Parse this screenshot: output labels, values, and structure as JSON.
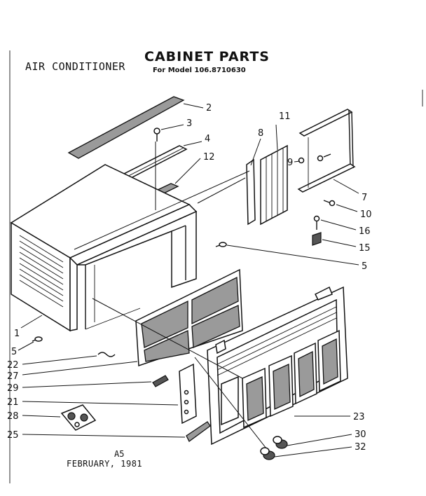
{
  "header": {
    "app_title": "AIR CONDITIONER",
    "doc_title": "CABINET PARTS",
    "doc_subtitle": "For Model 106.8710630"
  },
  "footer": {
    "page_code": "A5",
    "date": "FEBRUARY, 1981"
  },
  "callouts": [
    {
      "id": "c2",
      "label": "2"
    },
    {
      "id": "c3",
      "label": "3"
    },
    {
      "id": "c4",
      "label": "4"
    },
    {
      "id": "c12",
      "label": "12"
    },
    {
      "id": "c11",
      "label": "11"
    },
    {
      "id": "c8",
      "label": "8"
    },
    {
      "id": "c9",
      "label": "9"
    },
    {
      "id": "c7",
      "label": "7"
    },
    {
      "id": "c10",
      "label": "10"
    },
    {
      "id": "c16",
      "label": "16"
    },
    {
      "id": "c15",
      "label": "15"
    },
    {
      "id": "c5r",
      "label": "5"
    },
    {
      "id": "c1",
      "label": "1"
    },
    {
      "id": "c5l",
      "label": "5"
    },
    {
      "id": "c22",
      "label": "22"
    },
    {
      "id": "c27",
      "label": "27"
    },
    {
      "id": "c29",
      "label": "29"
    },
    {
      "id": "c21",
      "label": "21"
    },
    {
      "id": "c28",
      "label": "28"
    },
    {
      "id": "c25",
      "label": "25"
    },
    {
      "id": "c23",
      "label": "23"
    },
    {
      "id": "c30",
      "label": "30"
    },
    {
      "id": "c32",
      "label": "32"
    }
  ]
}
